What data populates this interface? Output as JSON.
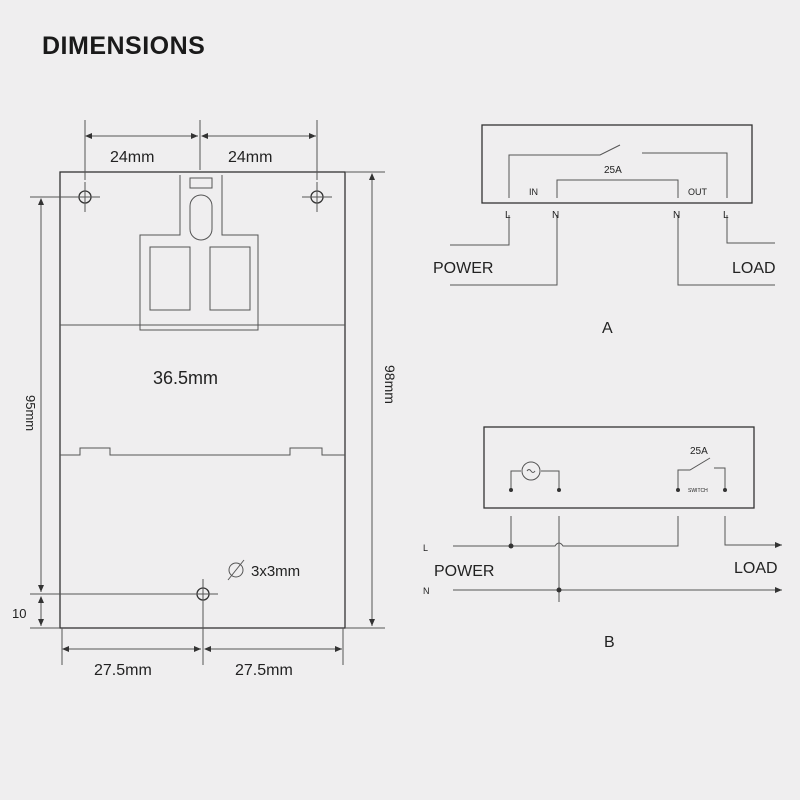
{
  "title": "DIMENSIONS",
  "device": {
    "top_left": "24mm",
    "top_right": "24mm",
    "width": "36.5mm",
    "hole_spacing_height": "95mm",
    "total_height": "98mm",
    "bottom_offset": "10",
    "hole_size": "3x3mm",
    "bottom_left": "27.5mm",
    "bottom_right": "27.5mm"
  },
  "wiring_a": {
    "rating": "25A",
    "in": "IN",
    "out": "OUT",
    "terminals": [
      "L",
      "N",
      "N",
      "L"
    ],
    "power": "POWER",
    "load": "LOAD",
    "caption": "A"
  },
  "wiring_b": {
    "rating": "25A",
    "switch": "SWITCH",
    "line": "L",
    "neutral": "N",
    "power": "POWER",
    "load": "LOAD",
    "caption": "B"
  }
}
